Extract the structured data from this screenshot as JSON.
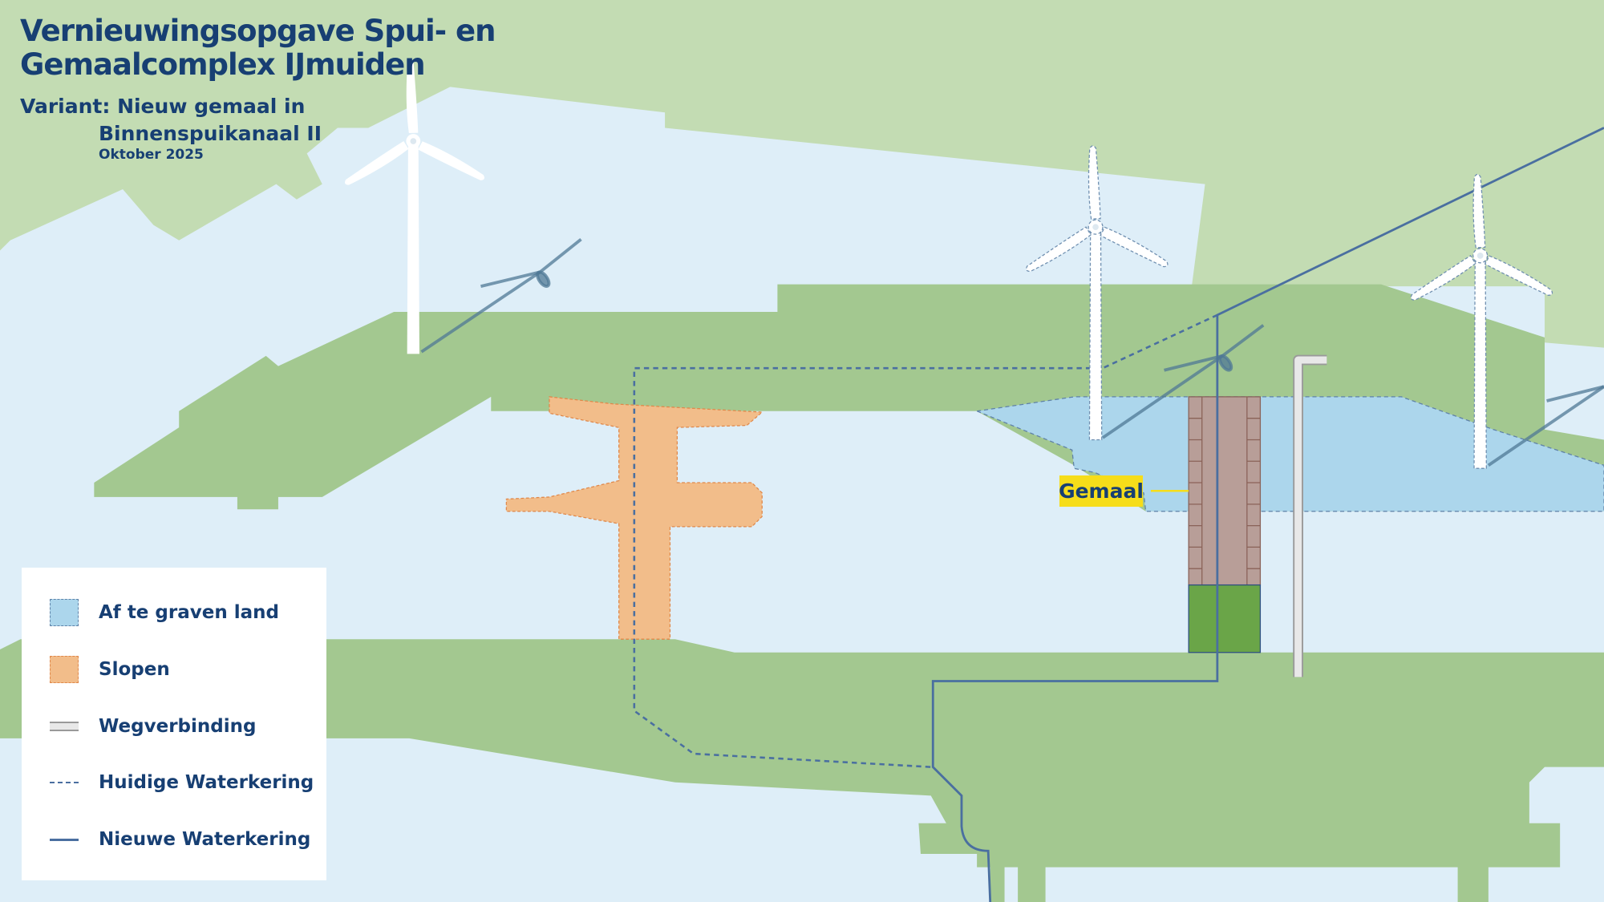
{
  "header": {
    "title_line1": "Vernieuwingsopgave Spui- en",
    "title_line2": "Gemaalcomplex IJmuiden",
    "variant_line1": "Variant: Nieuw gemaal in",
    "variant_line2": "Binnenspuikanaal II",
    "date": "Oktober 2025"
  },
  "map": {
    "label_gemaal": "Gemaal",
    "colors": {
      "water": "#deeef8",
      "land_light": "#c3dcb3",
      "land": "#a3c890",
      "excavate": "#acd6ec",
      "demolish": "#f2bd8a",
      "pump": "#b89e98",
      "pump_green": "#6aa548",
      "dike": "#4a6fa0",
      "label": "#f6dd1a"
    }
  },
  "legend": {
    "items": [
      {
        "label": "Af te graven land",
        "symbol": "blue-dashed-area"
      },
      {
        "label": "Slopen",
        "symbol": "orange-dashed-area"
      },
      {
        "label": "Wegverbinding",
        "symbol": "grey-road"
      },
      {
        "label": "Huidige Waterkering",
        "symbol": "dotted-line"
      },
      {
        "label": "Nieuwe Waterkering",
        "symbol": "solid-line"
      }
    ]
  }
}
